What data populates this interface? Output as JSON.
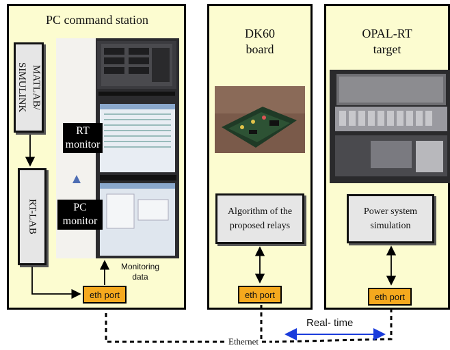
{
  "pc_station": {
    "title": "PC command station",
    "matlab_label": "MATLAB/ SIMULINK",
    "rtlab_label": "RT-LAB",
    "rt_monitor_label_line1": "RT",
    "rt_monitor_label_line2": "monitor",
    "pc_monitor_label_line1": "PC",
    "pc_monitor_label_line2": "monitor",
    "monitoring_line1": "Monitoring",
    "monitoring_line2": "data",
    "eth_label": "eth port"
  },
  "dk60": {
    "title_line1": "DK60",
    "title_line2": "board",
    "algo_line1": "Algorithm of the",
    "algo_line2": "proposed relays",
    "eth_label": "eth port"
  },
  "opal": {
    "title_line1": "OPAL-RT",
    "title_line2": "target",
    "sim_line1": "Power system",
    "sim_line2": "simulation",
    "eth_label": "eth port"
  },
  "network": {
    "ethernet_label": "Ethernet",
    "realtime_label": "Real- time"
  },
  "colors": {
    "panel_fill": "#fcfcd0",
    "eth_fill": "#f5a91e",
    "arrow_blue": "#1a3cdc"
  }
}
